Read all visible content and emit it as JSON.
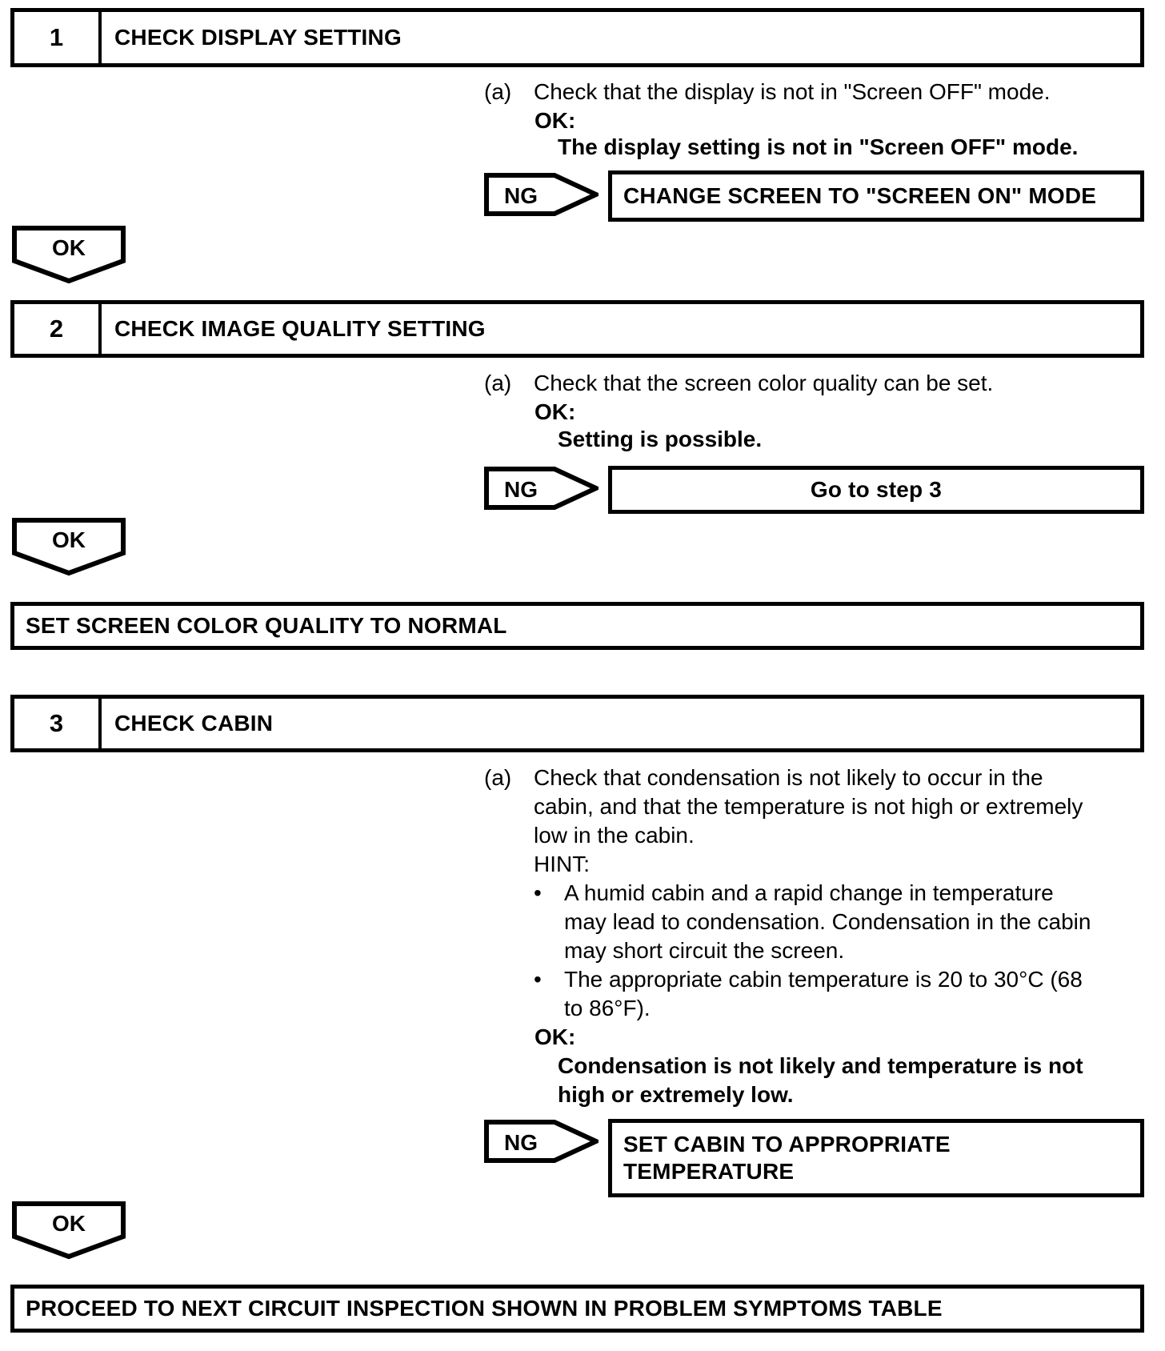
{
  "page": {
    "ok_label": "OK",
    "ng_label": "NG",
    "bullet_glyph": "•",
    "line_color": "#000000",
    "background_color": "#ffffff"
  },
  "steps": [
    {
      "number": "1",
      "title": "CHECK DISPLAY SETTING",
      "item_marker": "(a)",
      "item_lines": [
        "Check that the display is not in \"Screen OFF\" mode."
      ],
      "ok_heading": "OK:",
      "ok_lines": [
        "The display setting is not in \"Screen OFF\" mode."
      ],
      "ng_action_lines": [
        "CHANGE SCREEN TO \"SCREEN ON\" MODE"
      ]
    },
    {
      "number": "2",
      "title": "CHECK IMAGE QUALITY SETTING",
      "item_marker": "(a)",
      "item_lines": [
        "Check that the screen color quality can be set."
      ],
      "ok_heading": "OK:",
      "ok_lines": [
        "Setting is possible."
      ],
      "ng_action_lines": [
        "Go to step 3"
      ]
    },
    {
      "number": "3",
      "title": "CHECK CABIN",
      "item_marker": "(a)",
      "item_lines": [
        "Check that condensation is not likely to occur in the",
        "cabin, and that the temperature is not high or extremely",
        "low in the cabin."
      ],
      "hint_label": "HINT:",
      "hints": [
        {
          "lines": [
            "A humid cabin and a rapid change in temperature",
            "may lead to condensation. Condensation in the cabin",
            "may short circuit the screen."
          ]
        },
        {
          "lines": [
            "The appropriate cabin temperature is 20 to 30°C (68",
            "to 86°F)."
          ]
        }
      ],
      "ok_heading": "OK:",
      "ok_lines": [
        "Condensation is not likely and temperature is not",
        "high or extremely low."
      ],
      "ng_action_lines": [
        "SET CABIN TO APPROPRIATE",
        "TEMPERATURE"
      ]
    }
  ],
  "action_boxes": {
    "after_step2": "SET SCREEN COLOR QUALITY TO NORMAL",
    "final": "PROCEED TO NEXT CIRCUIT INSPECTION SHOWN IN PROBLEM SYMPTOMS TABLE"
  }
}
